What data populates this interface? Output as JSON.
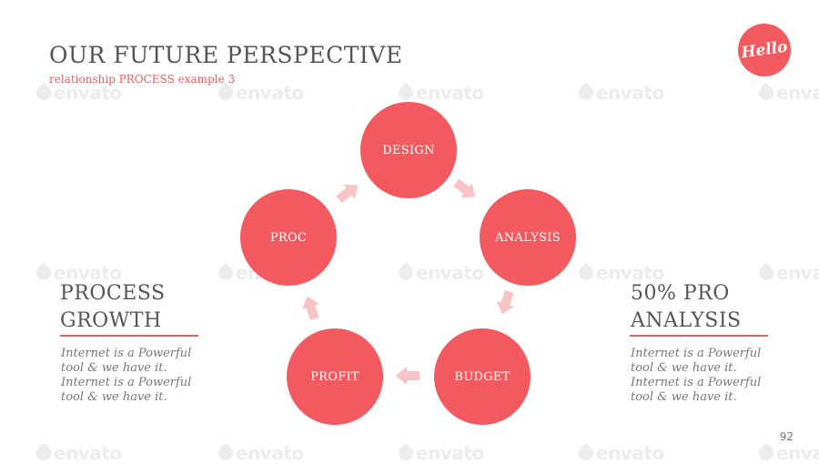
{
  "header": {
    "title": "OUR FUTURE PERSPECTIVE",
    "subtitle": "relationship PROCESS example 3"
  },
  "logo": {
    "text": "Hello",
    "color": "#f25a5f"
  },
  "watermark": {
    "text": "envato"
  },
  "diagram": {
    "nodes": [
      "DESIGN",
      "ANALYSIS",
      "BUDGET",
      "PROFIT",
      "PROC"
    ],
    "accent_color": "#f25a5f",
    "arrow_color": "#f8c3c4"
  },
  "left_panel": {
    "heading_line1": "PROCESS",
    "heading_line2": "GROWTH",
    "body_lines": [
      "Internet is a Powerful",
      "tool & we have it.",
      "Internet is a Powerful",
      "tool & we have it."
    ]
  },
  "right_panel": {
    "heading_line1": "50% PRO",
    "heading_line2": "ANALYSIS",
    "body_lines": [
      "Internet is a Powerful",
      "tool & we have it.",
      "Internet is a Powerful",
      "tool & we have it."
    ]
  },
  "page_number": "92"
}
